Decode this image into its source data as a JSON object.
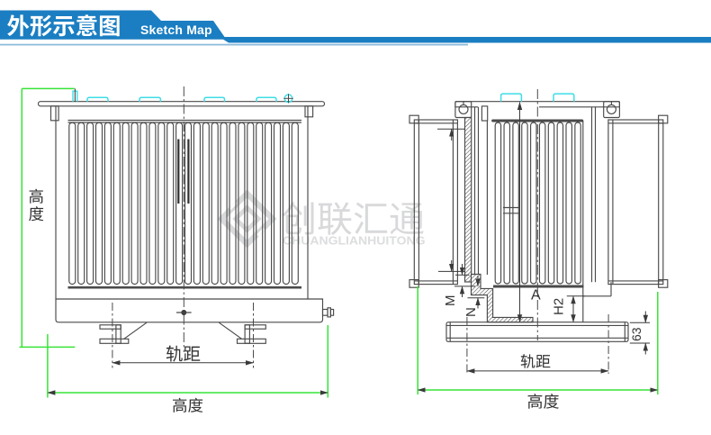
{
  "header": {
    "title_zh": "外形示意图",
    "title_en": "Sketch Map",
    "banner_color": "#1b7ec2"
  },
  "watermark": {
    "brand_zh": "创联汇通",
    "brand_en": "CHUANGLIANHUITONG",
    "logo": "diamond-gem-icon",
    "color": "#d8d9db"
  },
  "drawing": {
    "left_view": {
      "name": "front view of corrugated-fin transformer",
      "dim_height_left": "高度",
      "dim_gauge": "轨距",
      "dim_width_bottom": "高度"
    },
    "right_view": {
      "name": "side view of corrugated-fin transformer",
      "dim_m": "M",
      "dim_n": "N",
      "dim_a": "A",
      "dim_h2": "H2",
      "dim_rail": "63",
      "dim_gauge": "轨距",
      "dim_width_bottom": "高度"
    },
    "line_color": "#4a4a4a",
    "dim_color": "#37e437",
    "accent_cyan": "#3fdde6"
  }
}
